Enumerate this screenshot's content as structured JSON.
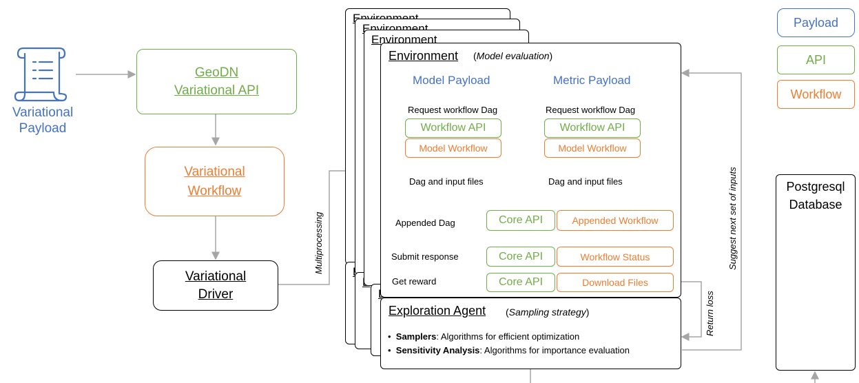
{
  "payload_icon": "scroll-document-icon",
  "variational_payload": {
    "line1": "Variational",
    "line2": "Payload"
  },
  "geodn_api": {
    "line1": "GeoDN",
    "line2": "Variational API"
  },
  "variational_workflow": {
    "line1": "Variational",
    "line2": "Workflow"
  },
  "variational_driver": {
    "line1": "Variational",
    "line2": "Driver"
  },
  "multiprocessing": "Multiprocessing",
  "stack_labels": {
    "env1": "Environment",
    "env2": "Environment",
    "env3": "Environment",
    "pa": "E",
    "pb": "E",
    "pc": "E"
  },
  "environment": {
    "title": "Environment",
    "subtitle": "(Model evaluation)"
  },
  "model_col": {
    "payload": "Model Payload",
    "request": "Request workflow Dag",
    "api": "Workflow API",
    "workflow": "Model Workflow",
    "files": "Dag and input files"
  },
  "metric_col": {
    "payload": "Metric Payload",
    "request": "Request workflow Dag",
    "api": "Workflow API",
    "workflow": "Model Workflow",
    "files": "Dag and input files"
  },
  "rows": [
    {
      "label": "Appended Dag",
      "api": "Core API",
      "workflow": "Appended Workflow"
    },
    {
      "label": "Submit response",
      "api": "Core API",
      "workflow": "Workflow Status"
    },
    {
      "label": "Get reward",
      "api": "Core API",
      "workflow": "Download Files"
    }
  ],
  "agent": {
    "title": "Exploration Agent",
    "subtitle": "(Sampling strategy)",
    "bullets": [
      {
        "bold": "Samplers",
        "text": ": Algorithms for efficient optimization"
      },
      {
        "bold": "Sensitivity Analysis",
        "text": ": Algorithms for importance evaluation"
      }
    ]
  },
  "return_loss": "Return loss",
  "suggest_inputs": "Suggest next set of inputs",
  "legend": {
    "payload": "Payload",
    "api": "API",
    "workflow": "Workflow"
  },
  "database": {
    "line1": "Postgresql",
    "line2": "Database"
  },
  "colors": {
    "payload": "#4472c4",
    "api": "#70ad47",
    "workflow": "#ed7d31",
    "arrow": "#a6a6a6"
  }
}
